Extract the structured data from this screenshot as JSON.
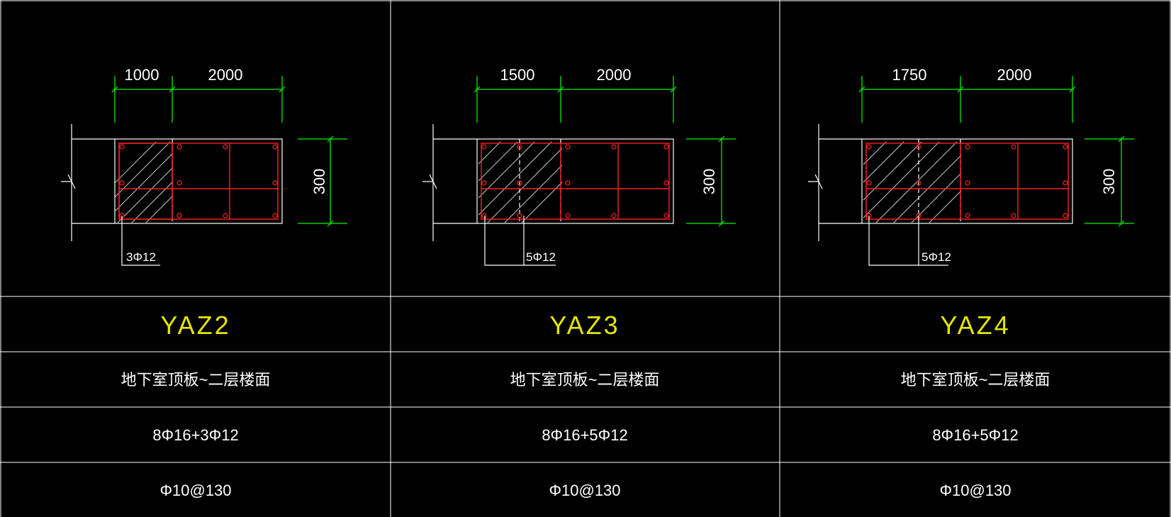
{
  "colors": {
    "background": "#000000",
    "table_lines": "#ffffff",
    "dimension_lines": "#00cc00",
    "rebar": "#ff2020",
    "column_name": "#e6e600",
    "hatch": "#c8c8c8"
  },
  "columns": [
    {
      "name": "YAZ2",
      "dims": {
        "left": "1000",
        "right": "2000",
        "height": "300"
      },
      "rebar_label": "3Φ12",
      "range": "地下室顶板~二层楼面",
      "longitudinal": "8Φ16+3Φ12",
      "stirrup": "Φ10@130"
    },
    {
      "name": "YAZ3",
      "dims": {
        "left": "1500",
        "right": "2000",
        "height": "300"
      },
      "rebar_label": "5Φ12",
      "range": "地下室顶板~二层楼面",
      "longitudinal": "8Φ16+5Φ12",
      "stirrup": "Φ10@130"
    },
    {
      "name": "YAZ4",
      "dims": {
        "left": "1750",
        "right": "2000",
        "height": "300"
      },
      "rebar_label": "5Φ12",
      "range": "地下室顶板~二层楼面",
      "longitudinal": "8Φ16+5Φ12",
      "stirrup": "Φ10@130"
    }
  ]
}
